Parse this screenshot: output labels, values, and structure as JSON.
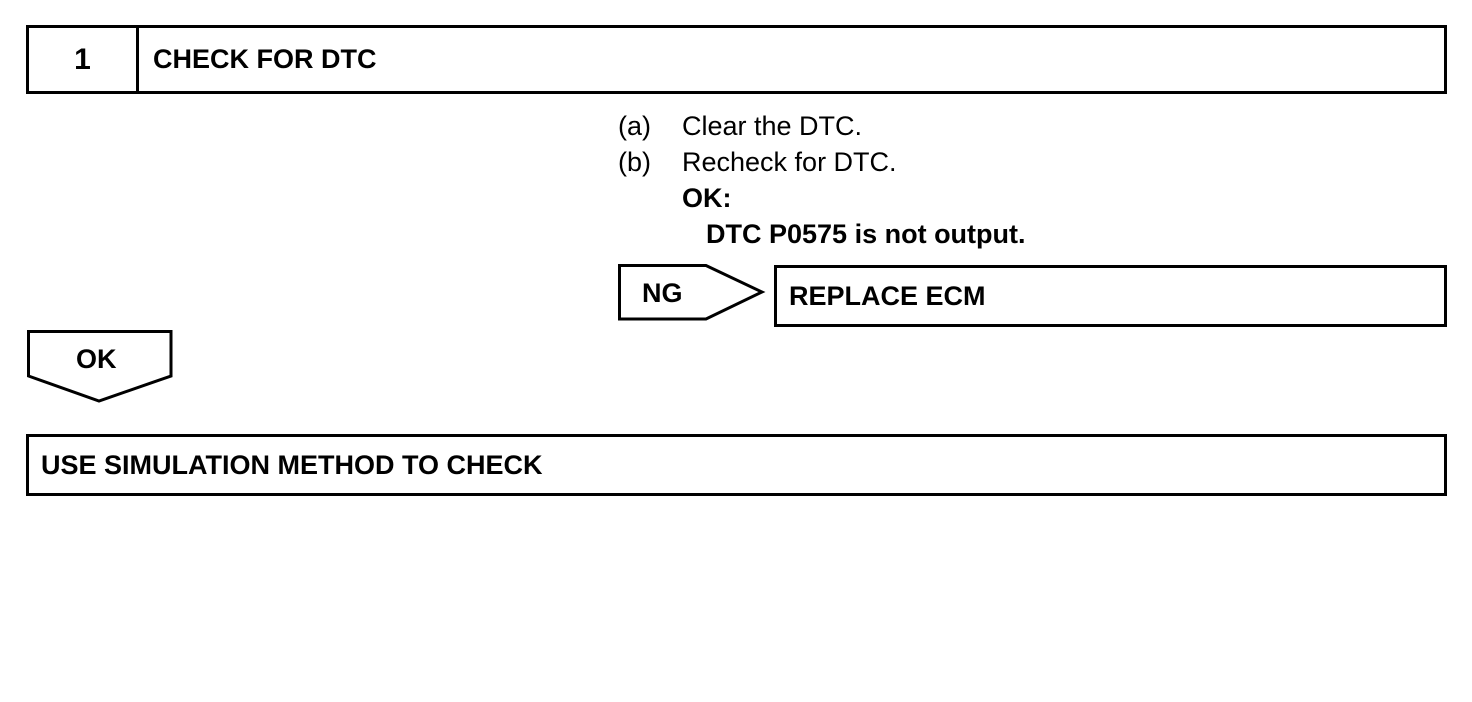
{
  "step": {
    "number": "1",
    "title": "CHECK FOR DTC"
  },
  "instructions": [
    {
      "tag": "(a)",
      "text": "Clear the DTC."
    },
    {
      "tag": "(b)",
      "text": "Recheck for DTC."
    }
  ],
  "ok_condition": {
    "label": "OK:",
    "detail": "DTC P0575 is not output."
  },
  "ng_branch": {
    "label": "NG",
    "action": "REPLACE ECM"
  },
  "ok_branch": {
    "label": "OK",
    "action": "USE SIMULATION METHOD TO CHECK"
  }
}
